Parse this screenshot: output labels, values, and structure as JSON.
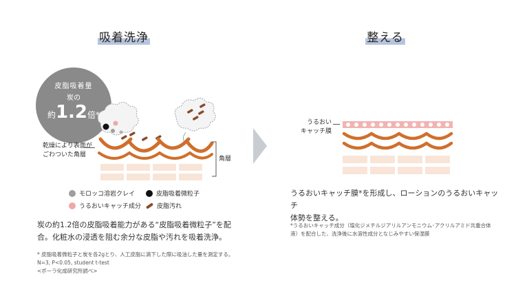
{
  "left": {
    "heading": "吸着洗浄",
    "badge": {
      "line1": "皮脂吸着量",
      "line2": "炭の",
      "prefix": "約",
      "value": "1.2",
      "suffix": "倍*"
    },
    "surface_label_1": "乾燥により表面が",
    "surface_label_2": "ごわついた角層",
    "layer_label": "角層",
    "legend": [
      {
        "label": "モロッコ溶岩クレイ",
        "color": "#9e9e9e",
        "icon": "gray-dot"
      },
      {
        "label": "皮脂吸着微粒子",
        "color": "#111111",
        "icon": "black-dot"
      },
      {
        "label": "うるおいキャッチ成分",
        "color": "#f0a8a8",
        "icon": "pink-dot"
      },
      {
        "label": "皮脂汚れ",
        "color": "#8a4b2a",
        "icon": "brown-stick"
      }
    ],
    "desc_line1": "炭の約1.2倍の皮脂吸着能力がある“皮脂吸着微粒子”を配",
    "desc_line2": "合。化粧水の浸透を阻む余分な皮脂や汚れを吸着洗浄。",
    "note1": "* 皮脂吸着微粒子と炭を各2gとり、人工皮脂に滴下した際に吸油した量を測定する。",
    "note2": "N=3, P<0.05, student t-test",
    "note3": "<ポーラ化成研究所調べ>"
  },
  "right": {
    "heading": "整える",
    "film_label_1": "うるおい",
    "film_label_2": "キャッチ膜",
    "desc_line1": "うるおいキャッチ膜*を形成し、ローションのうるおいキャッチ",
    "desc_line2": "体勢を整える。",
    "note1": "*うるおいキャッチ成分（塩化ジメチルジアリルアンモニウム･アクリルアミド共重合体",
    "note2": "液）を配合した、洗浄後に水溶性成分となじみやすい保湿膜"
  },
  "colors": {
    "scale_orange": "#cf6f2c",
    "layer_beige": "#f8e5d8",
    "film_pink": "#f2b3b3",
    "arrow_gray": "#c9ccd1",
    "heading_underline": "#b8c4dd",
    "badge_gray": "#8a8a8a"
  }
}
